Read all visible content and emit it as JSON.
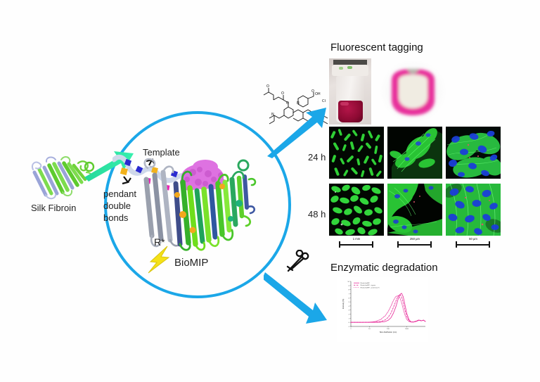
{
  "figure": {
    "type": "graphical-abstract",
    "background_color": "#fefefe",
    "accent_blue": "#1BA7E8",
    "accent_green": "#2BE5A0",
    "accent_magenta": "#E8309C",
    "accent_yellow": "#F5E117"
  },
  "left": {
    "fibroin_label": "Silk Fibroin",
    "template_label": "Template",
    "pendant_label_line1": "pendant",
    "pendant_label_line2": "double",
    "pendant_label_line3": "bonds",
    "radical_label": "R*",
    "product_label": "BioMIP"
  },
  "fluorescent": {
    "title": "Fluorescent tagging",
    "molecule_name": "rhodamine-methacrylate",
    "molecule_atoms": [
      "O",
      "O",
      "O",
      "N",
      "OH",
      "O",
      "Cl",
      "N",
      "N"
    ],
    "vial_caption": "",
    "row_labels": [
      "24 h",
      "48 h"
    ],
    "scale_bars": [
      "1 mm",
      "250 µm",
      "50 µm"
    ]
  },
  "enzymatic": {
    "title": "Enzymatic degradation",
    "scissors_icon": "scissors-icon"
  },
  "chart_data": {
    "type": "line",
    "title": "",
    "xlabel": "Size distribution (nm)",
    "ylabel": "Intensity (%)",
    "xscale": "log",
    "xlim": [
      1,
      10000
    ],
    "xticks": [
      1,
      10,
      100,
      1000
    ],
    "xticklabels": [
      "1",
      "10",
      "100",
      "1000"
    ],
    "ylim": [
      -1,
      10
    ],
    "yticks": [
      -1,
      0,
      1,
      2,
      3,
      4,
      5,
      6,
      7,
      8,
      9,
      10
    ],
    "yticklabels": [
      "-1",
      "0",
      "1",
      "2",
      "3",
      "4",
      "5",
      "6",
      "7",
      "8",
      "9",
      "10"
    ],
    "grid": false,
    "legend_position": "upper-left",
    "line_color": "#E8309C",
    "series": [
      {
        "name": "Rhoda bioMIP",
        "style": "solid",
        "x": [
          1,
          4,
          10,
          20,
          40,
          70,
          100,
          140,
          190,
          260,
          340,
          430,
          530,
          650,
          800,
          1000,
          1300,
          1700,
          2300,
          3200,
          4500,
          6000,
          8000,
          10000
        ],
        "values": [
          0,
          0,
          0,
          0,
          0.05,
          0.2,
          0.5,
          1.1,
          2.2,
          3.8,
          5.6,
          6.8,
          7.1,
          6.2,
          4.3,
          2.2,
          0.7,
          0.1,
          0.05,
          0.2,
          0.5,
          0.35,
          0.5,
          0.2
        ]
      },
      {
        "name": "Rhoda bioMIP + trypsin",
        "style": "dashed",
        "x": [
          1,
          4,
          10,
          20,
          40,
          70,
          100,
          140,
          190,
          260,
          340,
          430,
          530,
          650,
          800,
          1000,
          1300,
          1700,
          2300,
          3200,
          4500,
          6000,
          8000,
          10000
        ],
        "values": [
          0,
          0,
          0,
          0.05,
          0.2,
          0.6,
          1.2,
          2.2,
          3.6,
          5.2,
          6.4,
          6.8,
          6.2,
          4.8,
          3.0,
          1.4,
          0.4,
          0.1,
          0.1,
          0.3,
          0.6,
          0.4,
          0.55,
          0.25
        ]
      },
      {
        "name": "Rhoda bioMIP + proteinase K",
        "style": "dotted",
        "x": [
          1,
          4,
          10,
          20,
          40,
          70,
          100,
          140,
          190,
          260,
          340,
          430,
          530,
          650,
          800,
          1000,
          1300,
          1700,
          2300,
          3200,
          4500,
          6000,
          8000,
          10000
        ],
        "values": [
          0,
          0,
          0.05,
          0.2,
          0.7,
          1.6,
          2.6,
          3.9,
          5.3,
          6.3,
          6.5,
          6.0,
          4.8,
          3.2,
          1.8,
          0.7,
          0.2,
          0.05,
          0.1,
          0.3,
          0.55,
          0.4,
          0.5,
          0.2
        ]
      }
    ]
  }
}
